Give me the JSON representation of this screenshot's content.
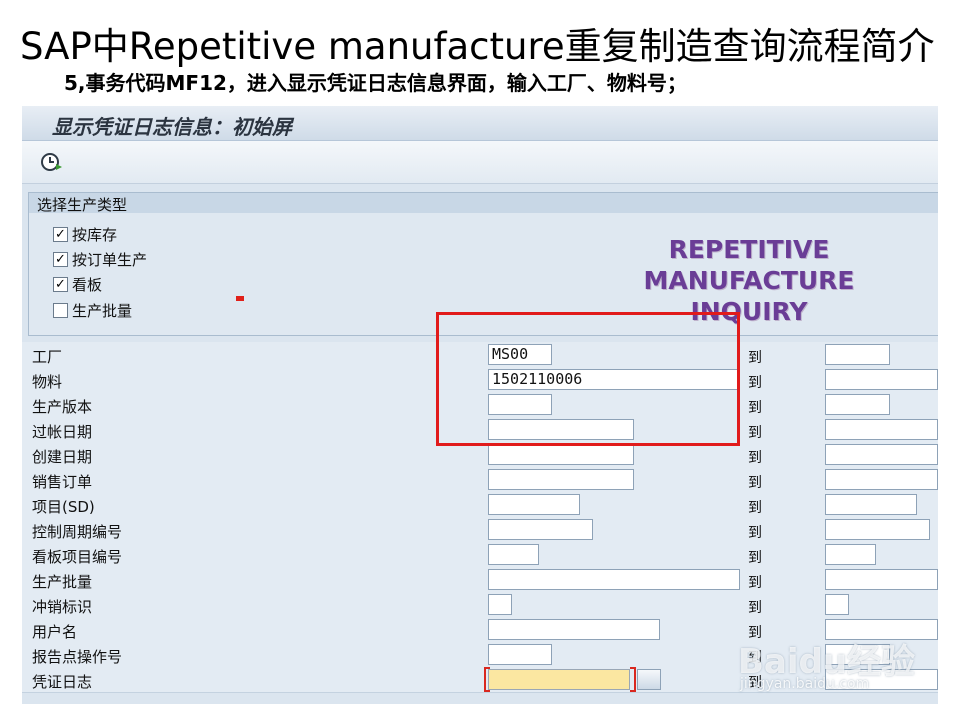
{
  "slide": {
    "title": "SAP中Repetitive manufacture重复制造查询流程简介",
    "subtitle": "5,事务代码MF12，进入显示凭证日志信息界面，输入工厂、物料号；"
  },
  "sap": {
    "screen_title": "显示凭证日志信息：初始屏",
    "toolbar": {
      "execute_icon": "execute-clock-icon"
    },
    "group": {
      "title": "选择生产类型",
      "options": [
        {
          "label": "按库存",
          "checked": true
        },
        {
          "label": "按订单生产",
          "checked": true
        },
        {
          "label": "看板",
          "checked": true
        },
        {
          "label": "生产批量",
          "checked": false
        }
      ]
    },
    "overlay_text": [
      "REPETITIVE",
      "MANUFACTURE INQUIRY"
    ],
    "to_label": "到",
    "rows": [
      {
        "label": "工厂",
        "value": "MS00"
      },
      {
        "label": "物料",
        "value": "1502110006"
      },
      {
        "label": "生产版本",
        "value": ""
      },
      {
        "label": "过帐日期",
        "value": ""
      },
      {
        "label": "创建日期",
        "value": ""
      },
      {
        "label": "销售订单",
        "value": ""
      },
      {
        "label": "项目(SD)",
        "value": ""
      },
      {
        "label": "控制周期编号",
        "value": ""
      },
      {
        "label": "看板项目编号",
        "value": ""
      },
      {
        "label": "生产批量",
        "value": ""
      },
      {
        "label": "冲销标识",
        "value": ""
      },
      {
        "label": "用户名",
        "value": ""
      },
      {
        "label": "报告点操作号",
        "value": ""
      },
      {
        "label": "凭证日志",
        "value": ""
      }
    ]
  },
  "watermark": {
    "logo": "Baidu经验",
    "url": "jingyan.baidu.com"
  },
  "colors": {
    "highlight": "#e11b1b",
    "overlay_text": "#6a3d96",
    "required_field": "#fbe7a1"
  }
}
